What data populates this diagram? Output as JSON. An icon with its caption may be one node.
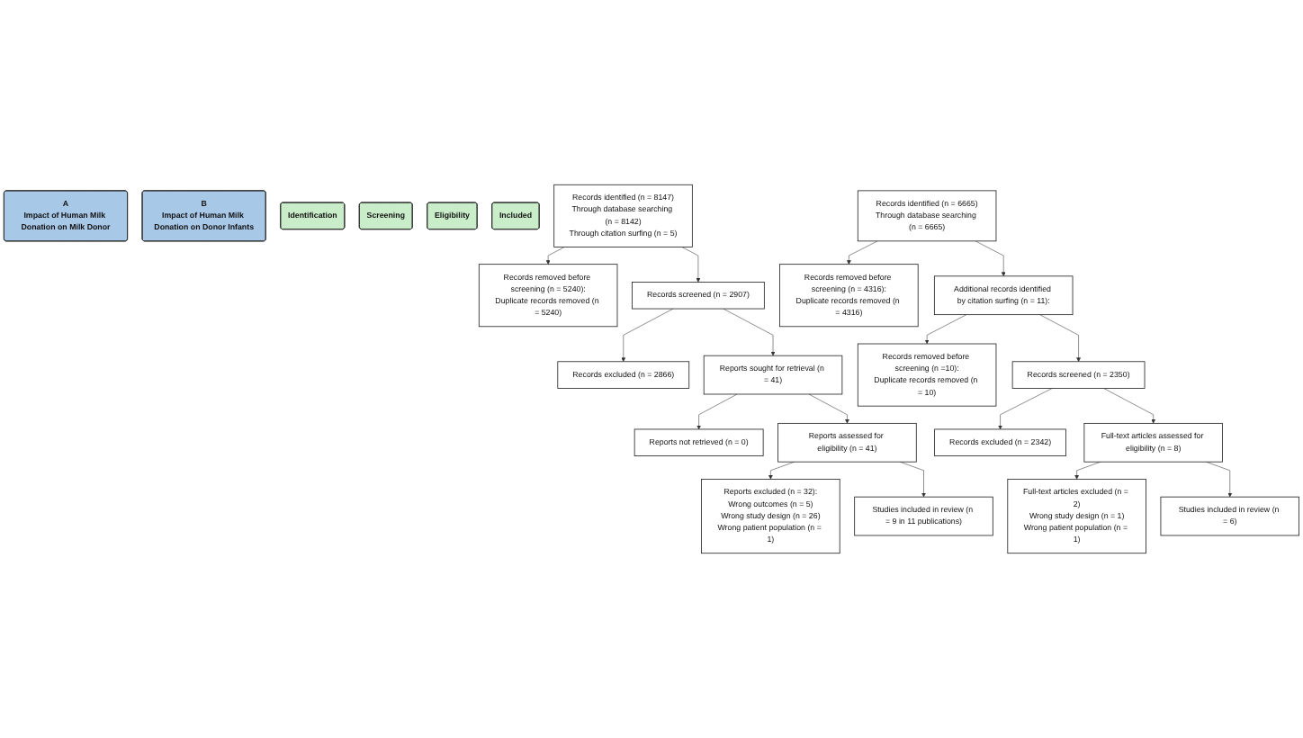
{
  "diagram": {
    "nodes": [
      {
        "text": [
          "A",
          "Impact of Human Milk Donation on Milk Donor"
        ]
      },
      {
        "text": [
          "B",
          "Impact of Human Milk Donation on Donor Infants"
        ]
      },
      {
        "text": [
          "Identification"
        ]
      },
      {
        "text": [
          "Screening"
        ]
      },
      {
        "text": [
          "Eligibility"
        ]
      },
      {
        "text": [
          "Included"
        ]
      },
      {
        "text": [
          "Records identified (n = 8147)",
          "Through database searching (n = 8142)",
          "Through citation surfing (n = 5)"
        ]
      },
      {
        "text": [
          "Records removed before screening (n = 5240):",
          "Duplicate records removed (n = 5240)"
        ]
      },
      {
        "text": [
          "Records screened (n = 2907)"
        ]
      },
      {
        "text": [
          "Records excluded (n = 2866)"
        ]
      },
      {
        "text": [
          "Reports sought for retrieval (n = 41)"
        ]
      },
      {
        "text": [
          "Reports not retrieved (n = 0)"
        ]
      },
      {
        "text": [
          "Reports assessed for eligibility (n = 41)"
        ]
      },
      {
        "text": [
          "Reports excluded (n = 32):",
          "Wrong outcomes (n = 5)",
          "Wrong study design (n = 26)",
          "Wrong patient population (n = 1)"
        ]
      },
      {
        "text": [
          "Studies included in review (n = 9 in 11 publications)"
        ]
      },
      {
        "text": [
          "Records identified (n = 6665)",
          "Through database searching (n = 6665)"
        ]
      },
      {
        "text": [
          "Records removed before screening (n = 4316):",
          "Duplicate records removed (n = 4316)"
        ]
      },
      {
        "text": [
          "Additional records identified by citation surfing (n = 11):"
        ]
      },
      {
        "text": [
          "Records removed before screening (n =10):",
          "Duplicate records removed (n = 10)"
        ]
      },
      {
        "text": [
          "Records screened (n = 2350)"
        ]
      },
      {
        "text": [
          "Records excluded (n = 2342)"
        ]
      },
      {
        "text": [
          "Full-text articles assessed for eligibility (n = 8)"
        ]
      },
      {
        "text": [
          "Full-text articles excluded (n = 2)",
          "Wrong study design (n = 1)",
          "Wrong patient population (n = 1)"
        ]
      },
      {
        "text": [
          "Studies included in review (n = 6)"
        ]
      }
    ],
    "edges": [
      {
        "from": 6,
        "to": 7,
        "arrow": "to"
      },
      {
        "from": 6,
        "to": 8,
        "arrow": "to"
      },
      {
        "from": 8,
        "to": 9,
        "arrow": "to"
      },
      {
        "from": 8,
        "to": 10,
        "arrow": "to"
      },
      {
        "from": 10,
        "to": 11,
        "arrow": "to"
      },
      {
        "from": 10,
        "to": 12,
        "arrow": "to"
      },
      {
        "from": 12,
        "to": 13,
        "arrow": "to"
      },
      {
        "from": 12,
        "to": 14,
        "arrow": "to"
      },
      {
        "from": 15,
        "to": 16,
        "arrow": "to"
      },
      {
        "from": 15,
        "to": 17,
        "arrow": "to"
      },
      {
        "from": 17,
        "to": 18,
        "arrow": "to"
      },
      {
        "from": 17,
        "to": 19,
        "arrow": "to"
      },
      {
        "from": 19,
        "to": 20,
        "arrow": "to"
      },
      {
        "from": 19,
        "to": 21,
        "arrow": "to"
      },
      {
        "from": 21,
        "to": 22,
        "arrow": "to"
      },
      {
        "from": 21,
        "to": 23,
        "arrow": "to"
      }
    ]
  }
}
